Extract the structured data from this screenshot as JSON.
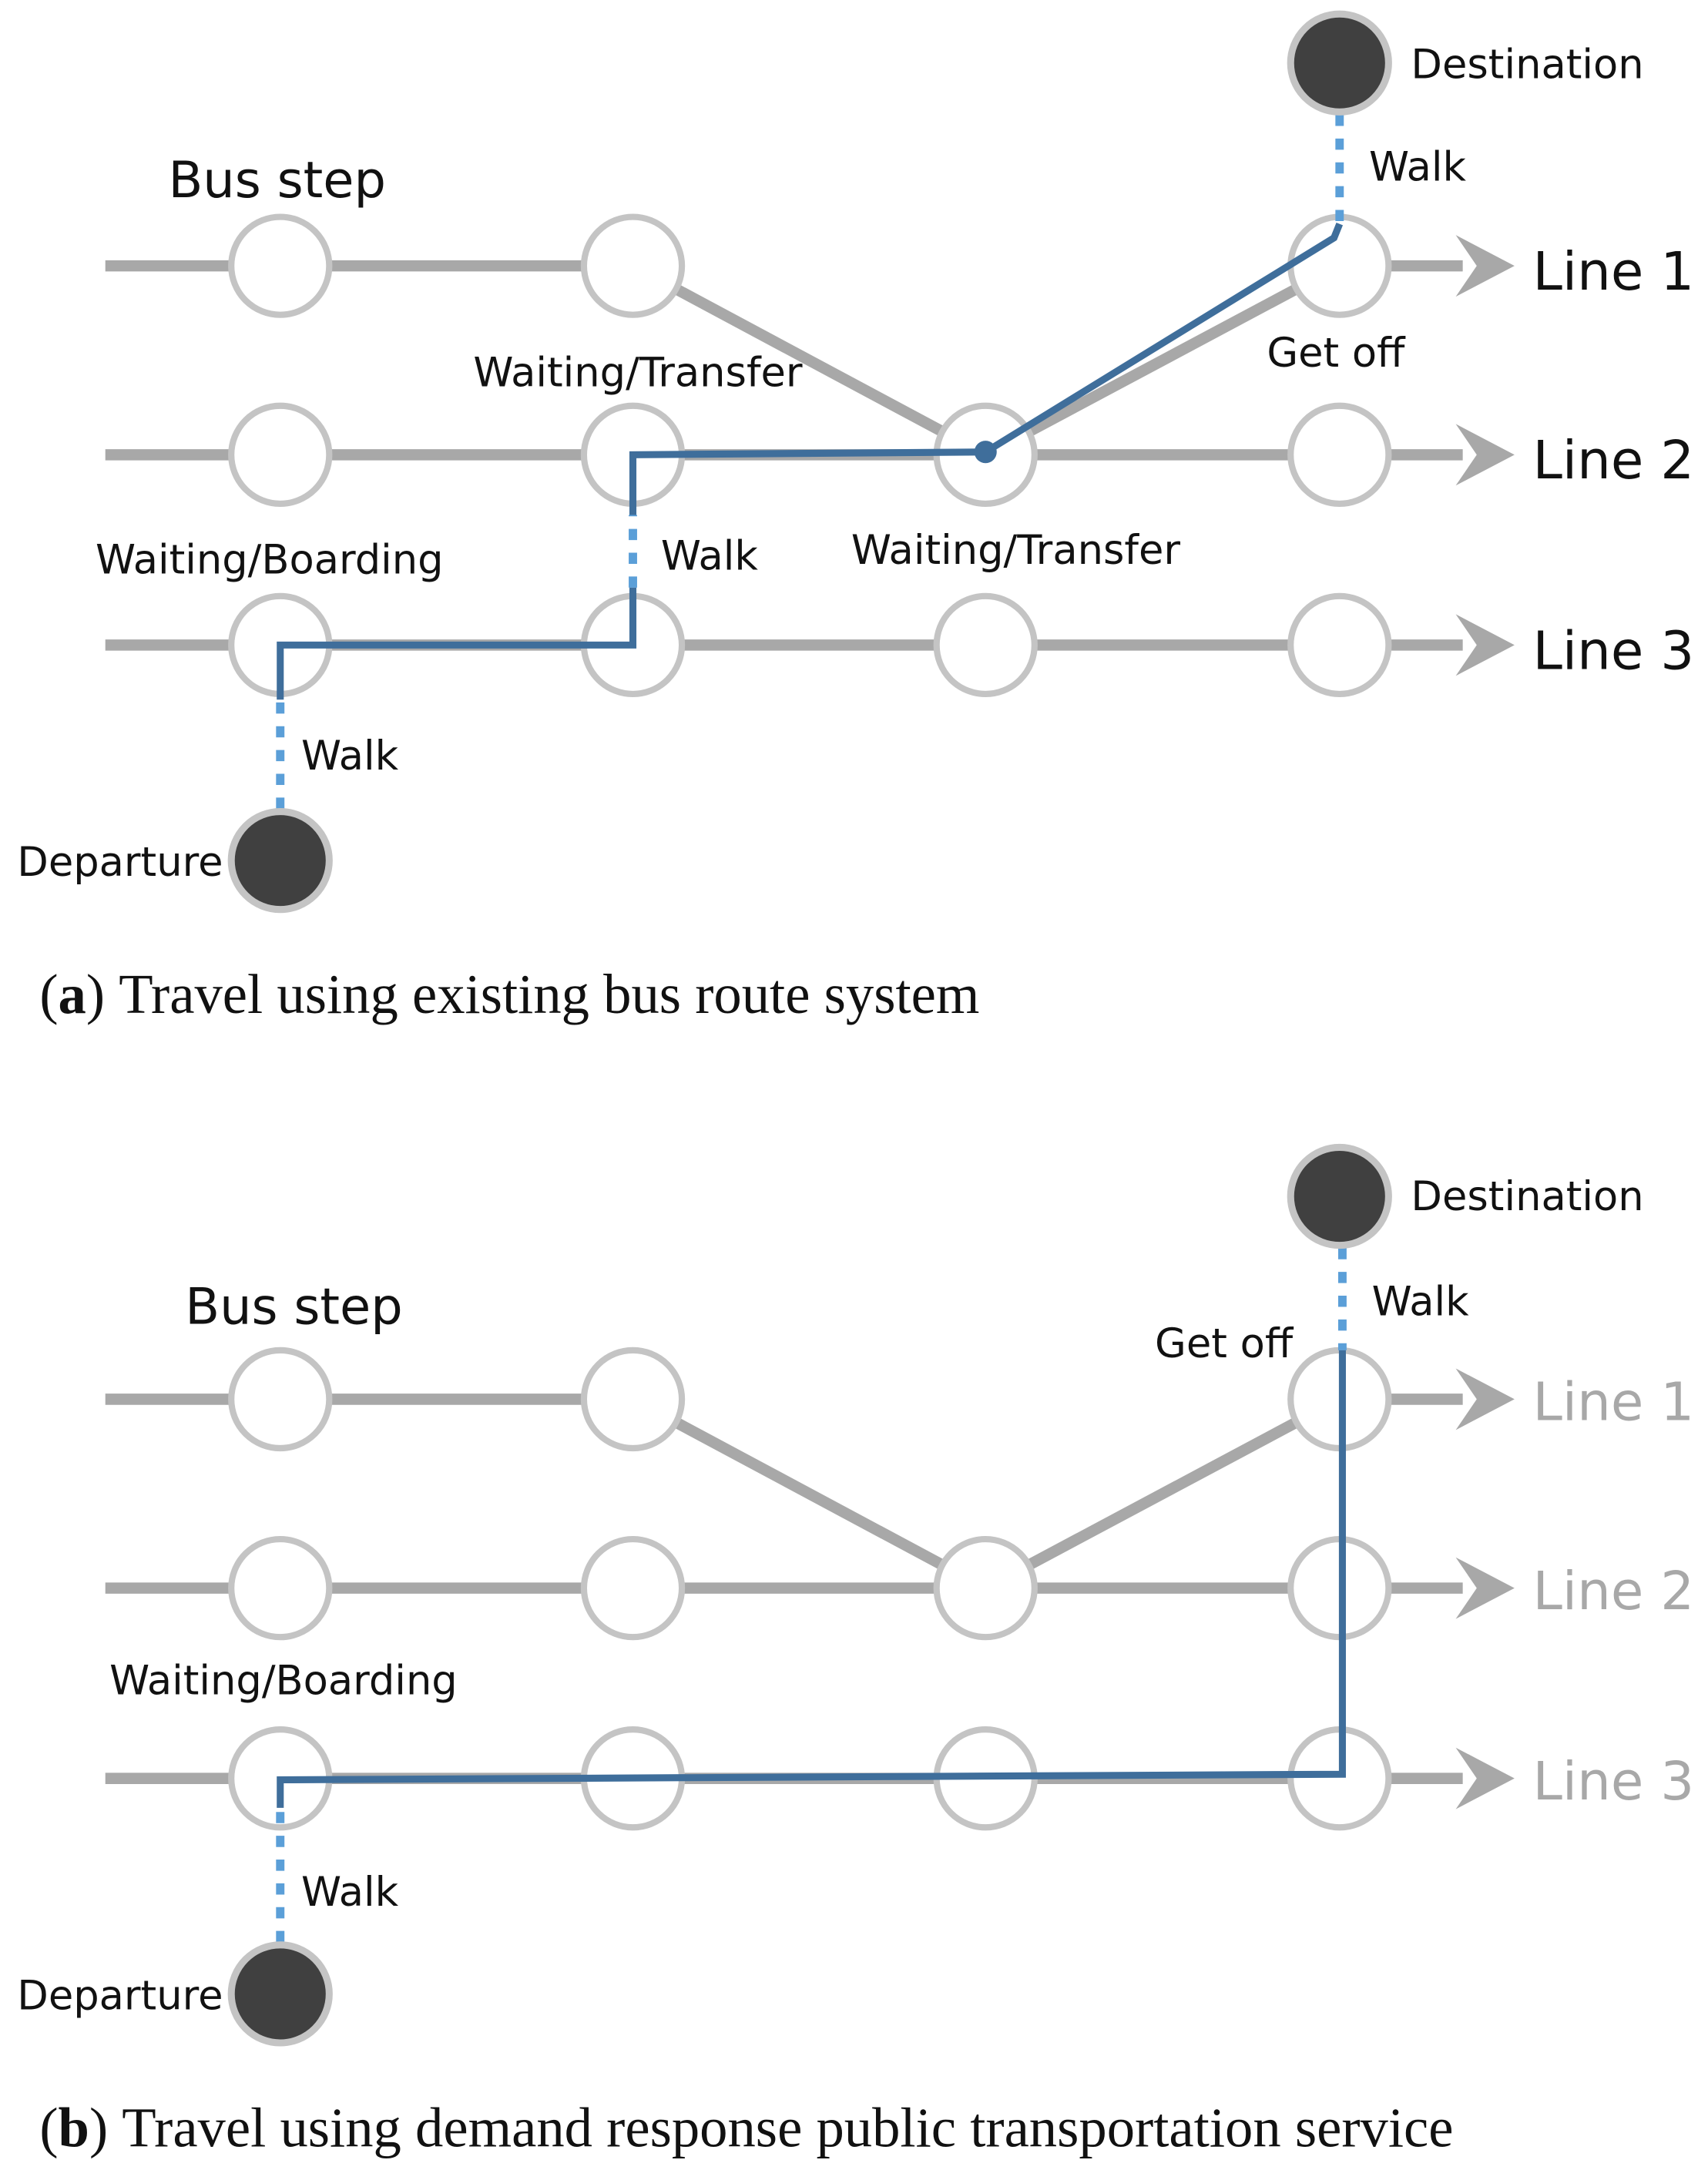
{
  "colors": {
    "route": "#3f6e9b",
    "walk": "#5b9fd8",
    "line": "#a8a8a8",
    "node_stroke": "#c4c4c4",
    "endpoint": "#404040",
    "muted_label": "#a8a8a8"
  },
  "panel_a": {
    "caption_letter": "a",
    "caption_text": "Travel using existing bus route system",
    "bus_step": "Bus step",
    "destination": "Destination",
    "departure": "Departure",
    "walk_dest": "Walk",
    "walk_transfer": "Walk",
    "walk_depart": "Walk",
    "get_off": "Get off",
    "waiting_transfer_1": "Waiting/Transfer",
    "waiting_transfer_2": "Waiting/Transfer",
    "waiting_boarding": "Waiting/Boarding",
    "lines": [
      "Line 1",
      "Line 2",
      "Line 3"
    ]
  },
  "panel_b": {
    "caption_letter": "b",
    "caption_text": "Travel using demand response public transportation service",
    "bus_step": "Bus step",
    "destination": "Destination",
    "departure": "Departure",
    "walk_dest": "Walk",
    "walk_depart": "Walk",
    "get_off": "Get off",
    "waiting_boarding": "Waiting/Boarding",
    "lines": [
      "Line 1",
      "Line 2",
      "Line 3"
    ]
  }
}
